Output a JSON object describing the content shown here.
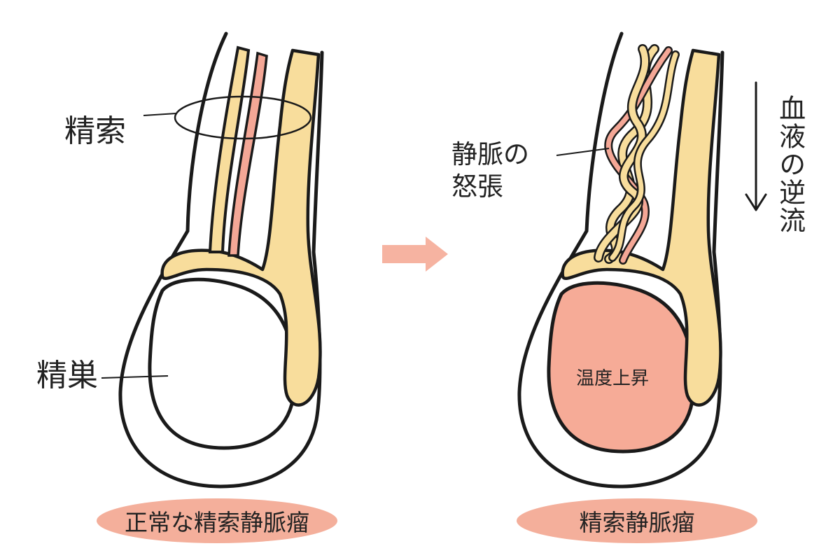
{
  "colors": {
    "outline": "#1a1a1a",
    "vas_deferens": "#f8dd9c",
    "artery": "#f4a796",
    "hot_testis": "#f6ab97",
    "arrow": "#f6b3a1",
    "caption_bg": "#f4af9b"
  },
  "left": {
    "label_cord": "精索",
    "label_testis": "精巣",
    "caption": "正常な精索静脈瘤"
  },
  "right": {
    "label_veins": "静脈の\n怒張",
    "label_reflux": "血液の逆流",
    "label_heat": "温度上昇",
    "caption": "精索静脈瘤"
  },
  "icons": {
    "transition": "right-arrow-icon",
    "flow": "down-arrow-icon"
  }
}
